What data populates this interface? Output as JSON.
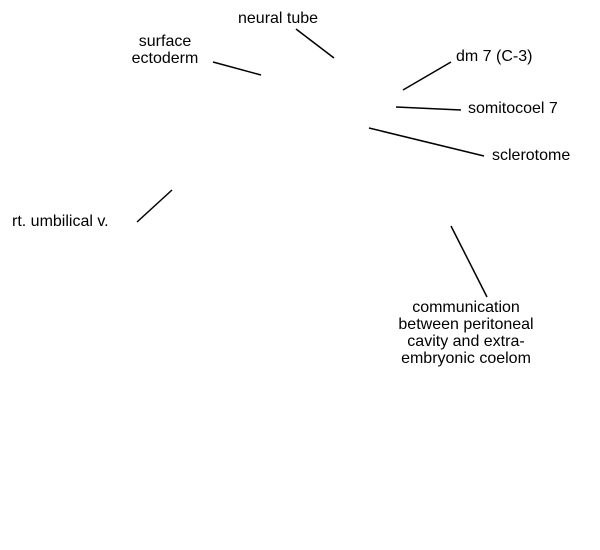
{
  "labels": {
    "neural_tube": "neural tube",
    "surface_ectoderm": [
      "surface",
      "ectoderm"
    ],
    "dm7": "dm 7 (C-3)",
    "somitocoel": "somitocoel 7",
    "sclerotome": "sclerotome",
    "umbilical_vein": "rt. umbilical v.",
    "communication": [
      "communication",
      "between peritoneal",
      "cavity and extra-",
      "embryonic coelom"
    ]
  },
  "colors": {
    "leader_line": "#000000",
    "text": "#000000",
    "background": "#ffffff"
  }
}
